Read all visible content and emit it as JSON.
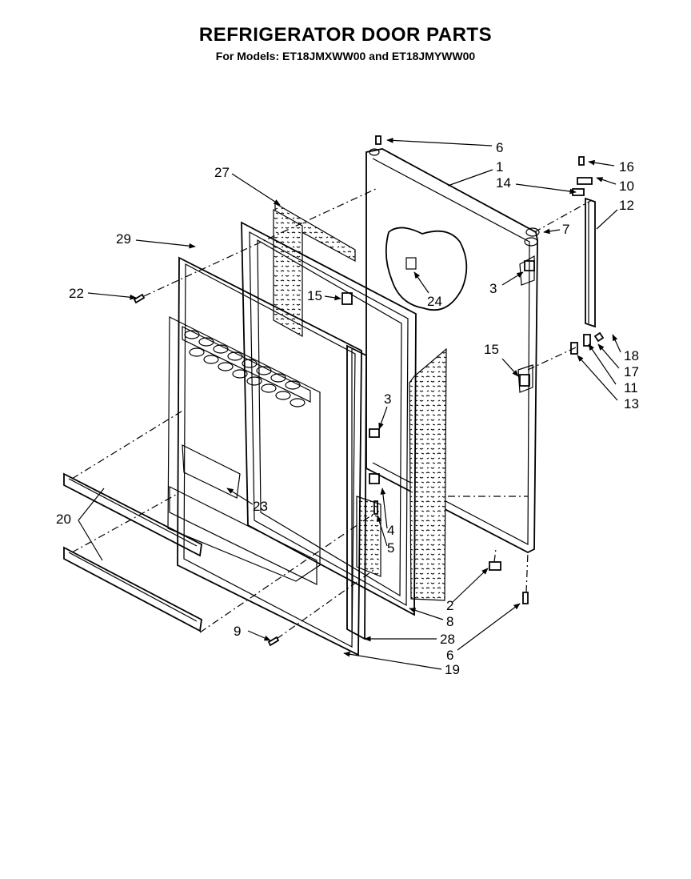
{
  "title": "REFRIGERATOR DOOR PARTS",
  "subtitle": "For Models: ET18JMXWW00 and ET18JMYWW00",
  "callouts": [
    {
      "id": "c-6-top",
      "text": "6"
    },
    {
      "id": "c-1",
      "text": "1"
    },
    {
      "id": "c-27",
      "text": "27"
    },
    {
      "id": "c-16",
      "text": "16"
    },
    {
      "id": "c-10",
      "text": "10"
    },
    {
      "id": "c-14",
      "text": "14"
    },
    {
      "id": "c-12",
      "text": "12"
    },
    {
      "id": "c-7",
      "text": "7"
    },
    {
      "id": "c-29",
      "text": "29"
    },
    {
      "id": "c-22",
      "text": "22"
    },
    {
      "id": "c-15-left",
      "text": "15"
    },
    {
      "id": "c-24",
      "text": "24"
    },
    {
      "id": "c-3-right",
      "text": "3"
    },
    {
      "id": "c-15-right",
      "text": "15"
    },
    {
      "id": "c-18",
      "text": "18"
    },
    {
      "id": "c-17",
      "text": "17"
    },
    {
      "id": "c-11",
      "text": "11"
    },
    {
      "id": "c-13",
      "text": "13"
    },
    {
      "id": "c-3-mid",
      "text": "3"
    },
    {
      "id": "c-23",
      "text": "23"
    },
    {
      "id": "c-4",
      "text": "4"
    },
    {
      "id": "c-5",
      "text": "5"
    },
    {
      "id": "c-20",
      "text": "20"
    },
    {
      "id": "c-2",
      "text": "2"
    },
    {
      "id": "c-8",
      "text": "8"
    },
    {
      "id": "c-9",
      "text": "9"
    },
    {
      "id": "c-28",
      "text": "28"
    },
    {
      "id": "c-6-bottom",
      "text": "6"
    },
    {
      "id": "c-19",
      "text": "19"
    }
  ]
}
